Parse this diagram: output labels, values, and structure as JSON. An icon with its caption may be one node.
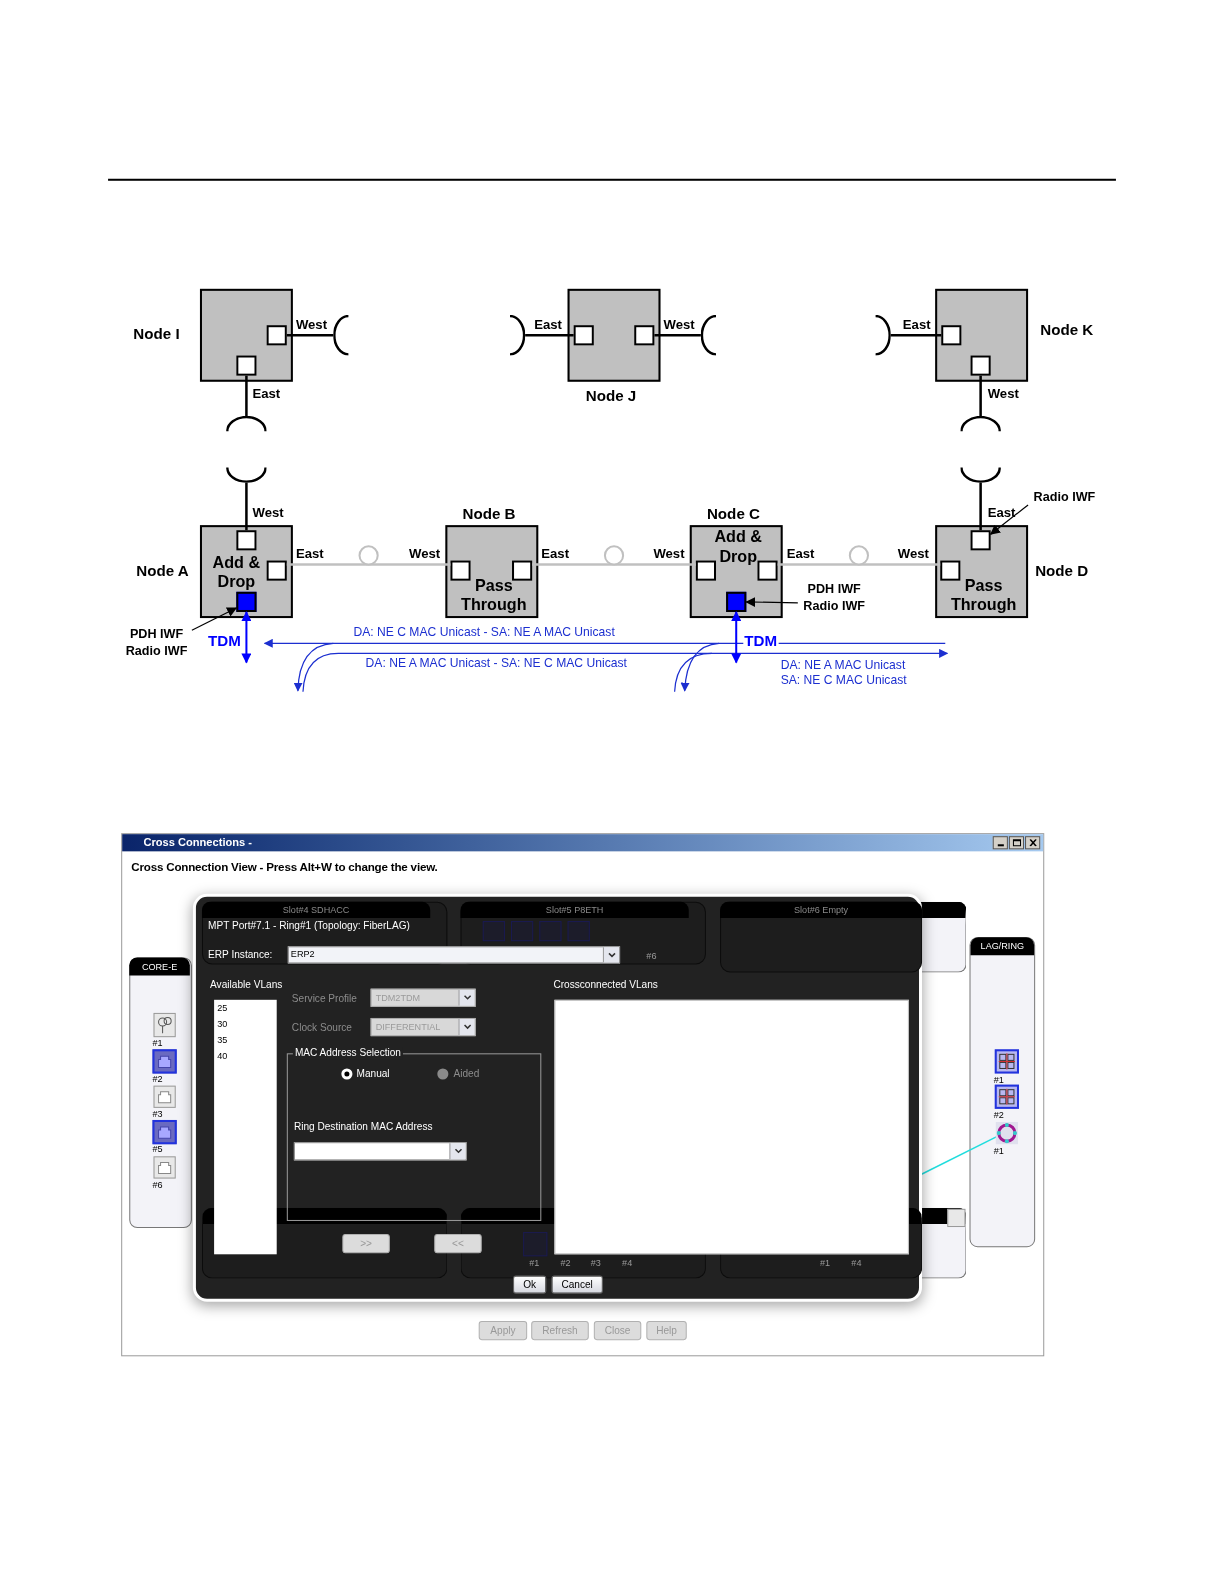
{
  "diagram": {
    "nodes": [
      {
        "text": [
          "Node I"
        ],
        "beside": [
          "West",
          "East"
        ]
      },
      {
        "text": [
          "Node J"
        ],
        "beside": [
          "East",
          "West"
        ]
      },
      {
        "text": [
          "Node K"
        ],
        "beside": [
          "East",
          "West"
        ]
      },
      {
        "text": [
          "Node A",
          "Add & Drop"
        ],
        "beside": [
          "West",
          "East"
        ]
      },
      {
        "text": [],
        "shape": "box",
        "in": 3
      },
      {
        "text": [
          "Node B",
          "Pass Through"
        ],
        "beside": [
          "West",
          "East"
        ]
      },
      {
        "text": [
          "Node C",
          "Add & Drop"
        ],
        "beside": [
          "West",
          "East"
        ]
      },
      {
        "text": [],
        "shape": "box",
        "in": 6
      },
      {
        "text": [
          "Node D",
          "Pass Through"
        ],
        "beside": [
          "East",
          "West"
        ]
      },
      {
        "text": [],
        "shape": "box",
        "in": 8
      },
      {
        "text": [
          "Radio IWF"
        ]
      },
      {
        "text": [
          "PDH IWF Radio IWF"
        ]
      },
      {
        "text": [
          "PDH IWF Radio IWF"
        ]
      },
      {
        "text": [],
        "shape": "box",
        "in": 0
      },
      {
        "text": [],
        "shape": "box",
        "in": 0
      },
      {
        "text": [],
        "shape": "box",
        "in": 1
      },
      {
        "text": [],
        "shape": "box",
        "in": 1
      },
      {
        "text": [],
        "shape": "box",
        "in": 2
      },
      {
        "text": [],
        "shape": "box",
        "in": 2
      },
      {
        "text": [],
        "shape": "box",
        "in": 3
      },
      {
        "text": [],
        "shape": "box",
        "in": 3
      },
      {
        "text": [],
        "shape": "box",
        "in": 5
      },
      {
        "text": [],
        "shape": "box",
        "in": 5
      },
      {
        "text": [],
        "shape": "box",
        "in": 6
      },
      {
        "text": [],
        "shape": "box",
        "in": 6
      },
      {
        "text": [],
        "shape": "box",
        "in": 8
      },
      {
        "text": [],
        "shape": "arc"
      },
      {
        "text": [],
        "shape": "arc"
      },
      {
        "text": [],
        "shape": "arc"
      },
      {
        "text": [],
        "shape": "arc"
      },
      {
        "text": [],
        "shape": "arc"
      },
      {
        "text": [],
        "shape": "arc"
      },
      {
        "text": [],
        "shape": "arc"
      },
      {
        "text": [],
        "shape": "arc"
      }
    ],
    "edges": [
      {
        "from": 13,
        "to": 26,
        "arrow": "none"
      },
      {
        "from": 14,
        "to": 27,
        "arrow": "none"
      },
      {
        "from": 15,
        "to": 28,
        "arrow": "none"
      },
      {
        "from": 16,
        "to": 29,
        "arrow": "none"
      },
      {
        "from": 17,
        "to": 30,
        "arrow": "none"
      },
      {
        "from": 18,
        "to": 31,
        "arrow": "none"
      },
      {
        "from": 19,
        "to": 32,
        "arrow": "none"
      },
      {
        "from": 9,
        "to": 33,
        "arrow": "none"
      },
      {
        "from": 20,
        "to": 21,
        "arrow": "none",
        "color": "#c0c0c0"
      },
      {
        "from": 22,
        "to": 23,
        "arrow": "none",
        "color": "#c0c0c0"
      },
      {
        "from": 24,
        "to": 25,
        "arrow": "none",
        "color": "#c0c0c0"
      },
      {
        "from": 4,
        "to": null,
        "arrow": "both",
        "label": "TDM",
        "color": "#0000ff"
      },
      {
        "from": 7,
        "to": null,
        "arrow": "both",
        "label": "TDM",
        "color": "#0000ff"
      },
      {
        "from": 11,
        "to": 4,
        "arrow": "to"
      },
      {
        "from": 12,
        "to": 7,
        "arrow": "to"
      },
      {
        "from": 10,
        "to": 9,
        "arrow": "to"
      }
    ],
    "labels": [
      "DA: NE C MAC Unicast - SA: NE A MAC Unicast",
      "DA: NE A MAC Unicast - SA: NE C MAC Unicast",
      "DA: NE A MAC Unicast",
      "SA: NE C MAC Unicast",
      "Cross Connections -",
      "Cross Connection View - Press Alt+W to change the view.",
      "Slot#4 SDHACC",
      "Slot#5 P8ETH",
      "Slot#6 Empty",
      "MPT Port#7.1 - Ring#1 (Topology: FiberLAG)",
      "ERP Instance:",
      "ERP2",
      "#6",
      "CORE-E",
      "LAG/RING",
      "Available VLans",
      "Service Profile",
      "TDM2TDM",
      "Crossconnected VLans",
      "25",
      "30",
      "35",
      "40",
      "Clock Source",
      "DIFFERENTIAL",
      "#1",
      "MAC Address Selection",
      "Manual",
      "Aided",
      "#2",
      "#1",
      "#3",
      "#2",
      "#5",
      "#1",
      "Ring Destination MAC Address",
      "#6",
      ">>",
      "<<",
      "#1",
      "#2",
      "#3",
      "#4",
      "#1",
      "#4",
      "Ok",
      "Cancel",
      "Apply",
      "Refresh",
      "Close",
      "Help"
    ]
  }
}
